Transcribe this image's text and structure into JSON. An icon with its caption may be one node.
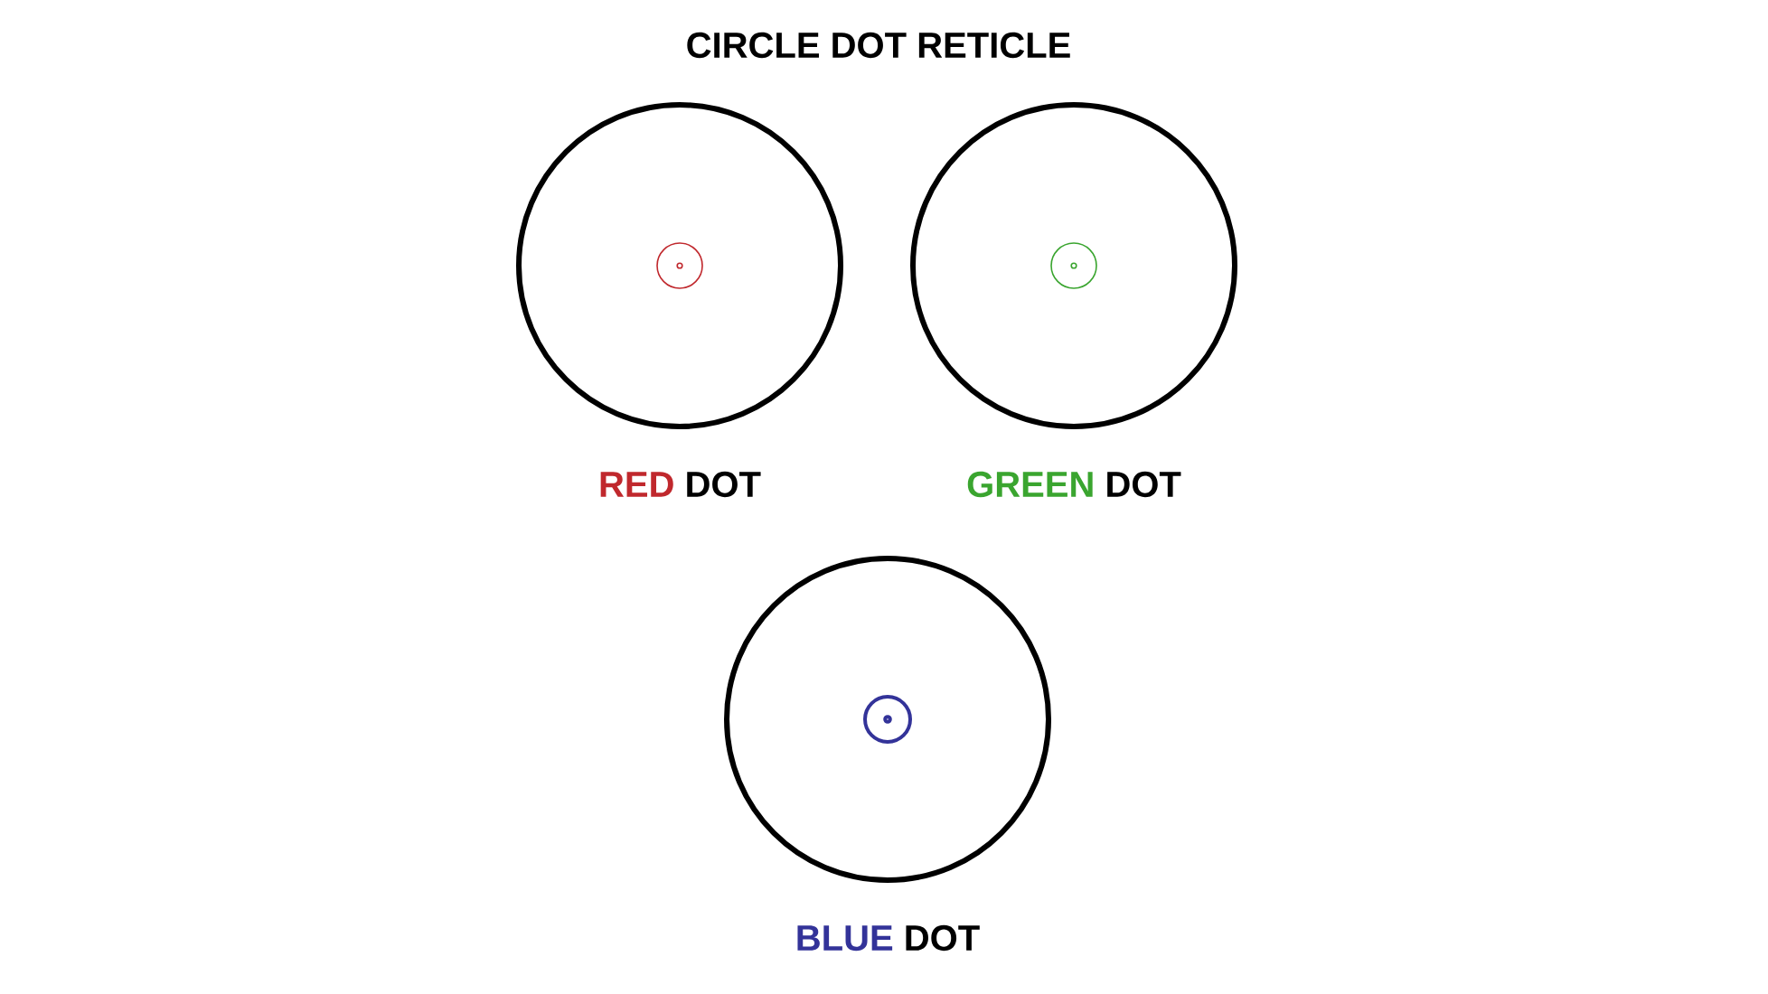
{
  "diagram": {
    "title": "CIRCLE DOT RETICLE",
    "nodes": [
      {
        "text": [],
        "shape": "circle",
        "beside": [
          "RED",
          "DOT"
        ]
      },
      {
        "text": [],
        "shape": "circle",
        "beside": [
          "GREEN",
          "DOT"
        ]
      },
      {
        "text": [],
        "shape": "circle",
        "beside": [
          "BLUE",
          "DOT"
        ]
      }
    ]
  }
}
